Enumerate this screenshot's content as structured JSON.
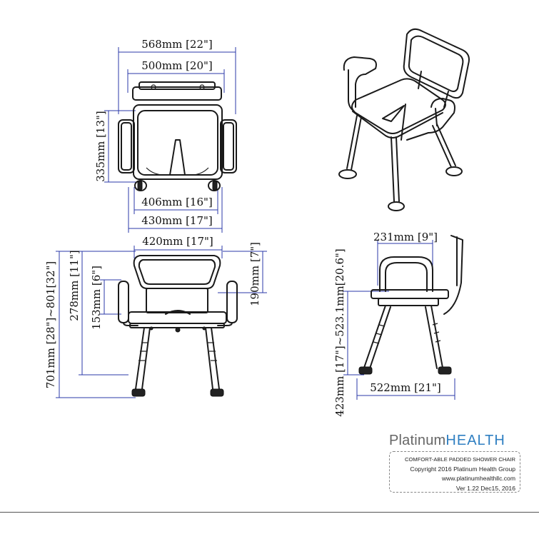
{
  "dimensions": {
    "top_outer_width": "568mm [22\"]",
    "top_inner_width": "500mm [20\"]",
    "top_depth": "335mm [13\"]",
    "top_front_width": "406mm [16\"]",
    "top_leg_width": "430mm [17\"]",
    "front_back_width": "420mm [17\"]",
    "front_total_height": "701mm [28\"]~801[32\"]",
    "front_arm_height": "278mm [11\"]",
    "front_arm_rest": "153mm [6\"]",
    "front_back_height": "190mm [7\"]",
    "side_arm_width": "231mm [9\"]",
    "side_seat_height": "423mm [17\"]~523.1mm[20.6\"]",
    "side_base_width": "522mm [21\"]"
  },
  "brand": {
    "logo_part1": "Platinum",
    "logo_part2": "HEALTH",
    "product": "COMFORT-ABLE PADDED SHOWER CHAIR",
    "copyright": "Copyright 2016 Platinum Health Group",
    "website": "www.platinumhealthllc.com",
    "version": "Ver 1.22 Dec15, 2016"
  },
  "colors": {
    "dimension_line": "#2b3aa8",
    "brand_blue": "#2f7fc2"
  }
}
